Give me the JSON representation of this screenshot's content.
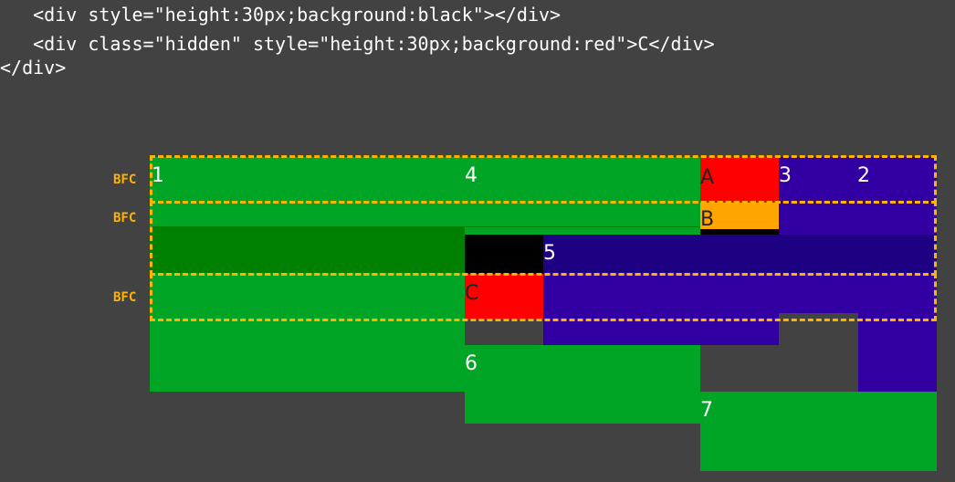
{
  "code": {
    "line1": "   <div style=\"height:30px;background:black\"></div>",
    "line2": "   <div class=\"hidden\" style=\"height:30px;background:red\">C</div>",
    "line3": "</div>"
  },
  "diagram": {
    "bfc_label": "BFC",
    "labels": {
      "b1": "1",
      "b2": "2",
      "b3": "3",
      "b4": "4",
      "b5": "5",
      "b6": "6",
      "b7": "7",
      "a": "A",
      "b": "B",
      "c": "C"
    },
    "colors": {
      "green": "#00a526",
      "dark_green": "#008000",
      "blue": "#3200a2",
      "dark_blue": "#1e0082",
      "red": "#ff0000",
      "orange": "#ffa500",
      "black": "#000000",
      "bfc_border": "#ffb300",
      "background": "#424242"
    }
  }
}
